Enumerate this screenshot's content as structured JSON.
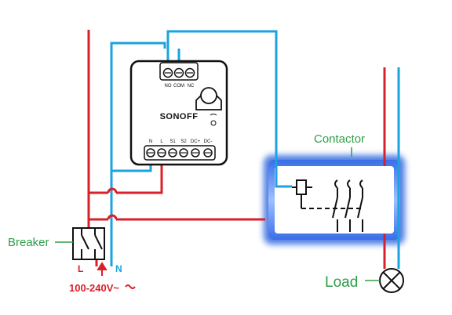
{
  "device": {
    "brand": "SONOFF",
    "relay_terminals": [
      "NO",
      "COM",
      "NC"
    ],
    "input_terminals": [
      "N",
      "L",
      "S1",
      "S2",
      "DC+",
      "DC-"
    ]
  },
  "labels": {
    "contactor": "Contactor",
    "breaker": "Breaker",
    "load": "Load",
    "live": "L",
    "neutral": "N",
    "voltage": "100-240V~"
  },
  "colors": {
    "live_wire": "#d8202a",
    "neutral_wire": "#1aa3e0",
    "label_green": "#2f9e48",
    "voltage_red": "#d8202a",
    "device_stroke": "#111111",
    "contactor_glow": "#3b6fe0"
  }
}
